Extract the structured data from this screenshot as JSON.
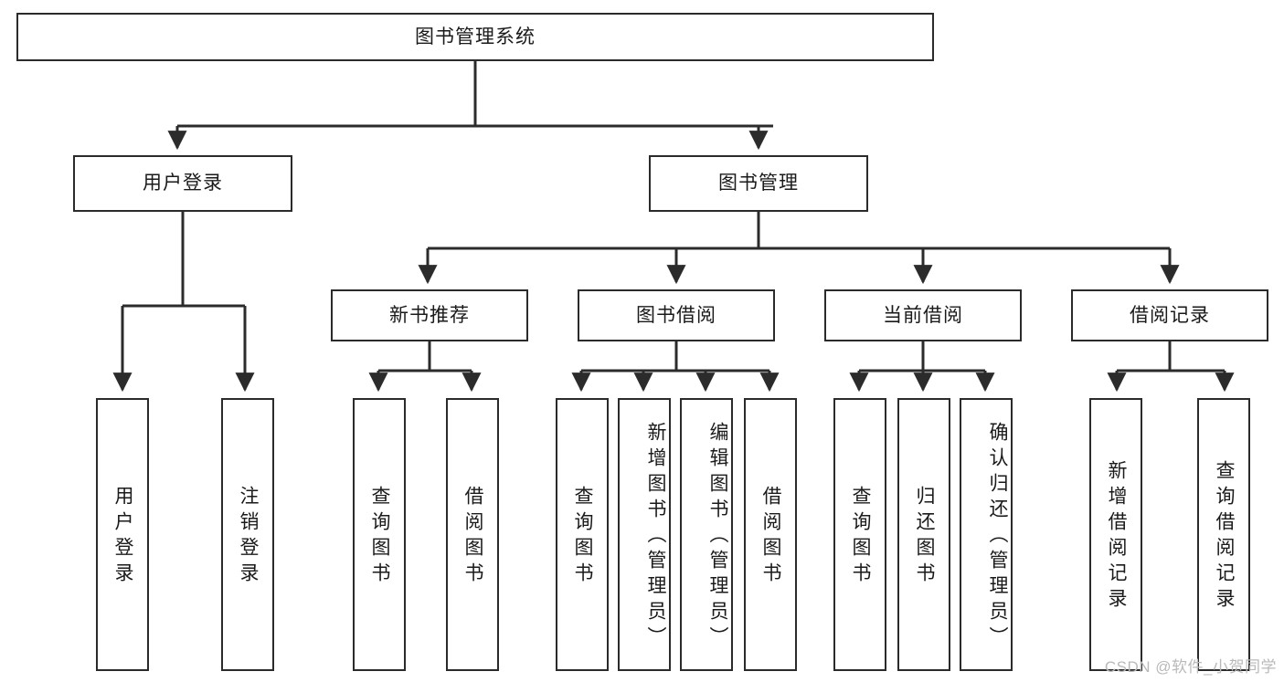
{
  "diagram": {
    "title_node": {
      "label": "图书管理系统"
    },
    "level1": [
      {
        "id": "user-login",
        "label": "用户登录"
      },
      {
        "id": "book-manage",
        "label": "图书管理"
      }
    ],
    "level2": [
      {
        "id": "new-book-recommend",
        "label": "新书推荐"
      },
      {
        "id": "book-borrow",
        "label": "图书借阅"
      },
      {
        "id": "current-borrow",
        "label": "当前借阅"
      },
      {
        "id": "borrow-record",
        "label": "借阅记录"
      }
    ],
    "leaves": {
      "user_login": [
        {
          "id": "leaf-user-login",
          "label": "用户登录"
        },
        {
          "id": "leaf-logout",
          "label": "注销登录"
        }
      ],
      "new_book_recommend": [
        {
          "id": "leaf-query-book-1",
          "label": "查询图书"
        },
        {
          "id": "leaf-borrow-book-1",
          "label": "借阅图书"
        }
      ],
      "book_borrow": [
        {
          "id": "leaf-query-book-2",
          "label": "查询图书"
        },
        {
          "id": "leaf-add-book",
          "label": "新增图书（管理员）"
        },
        {
          "id": "leaf-edit-book",
          "label": "编辑图书（管理员）"
        },
        {
          "id": "leaf-borrow-book-2",
          "label": "借阅图书"
        }
      ],
      "current_borrow": [
        {
          "id": "leaf-query-book-3",
          "label": "查询图书"
        },
        {
          "id": "leaf-return-book",
          "label": "归还图书"
        },
        {
          "id": "leaf-confirm-return",
          "label": "确认归还（管理员）"
        }
      ],
      "borrow_record": [
        {
          "id": "leaf-add-record",
          "label": "新增借阅记录"
        },
        {
          "id": "leaf-query-record",
          "label": "查询借阅记录"
        }
      ]
    }
  },
  "watermark": {
    "text": "CSDN @软件_小贺同学"
  },
  "colors": {
    "stroke": "#2b2b2b",
    "fill": "#ffffff",
    "text": "#1a1a1a",
    "watermark": "#b9b9b9"
  }
}
